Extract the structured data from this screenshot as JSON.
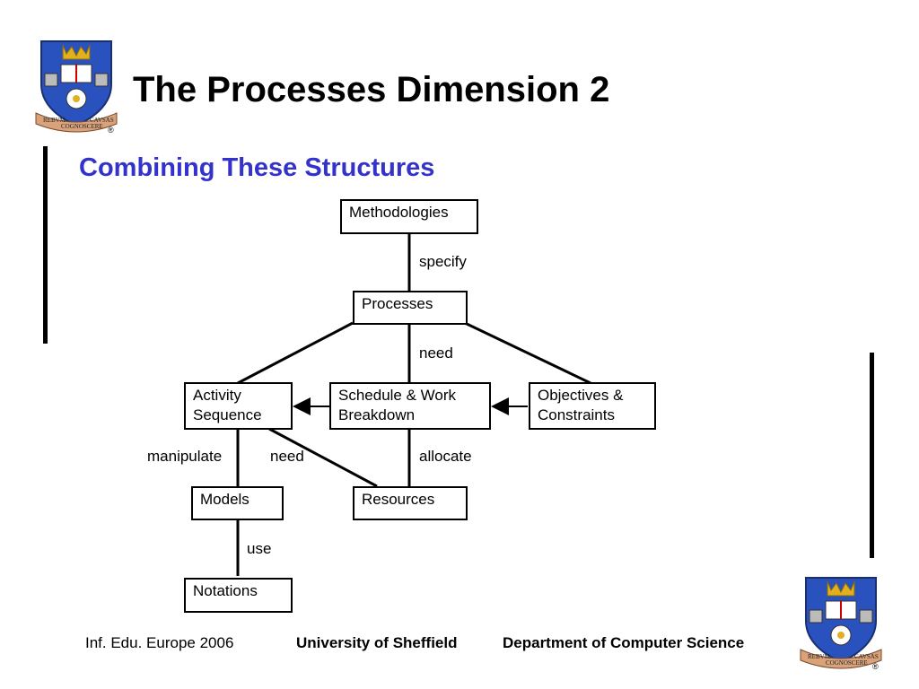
{
  "slide": {
    "title": "The Processes Dimension 2",
    "subtitle": "Combining These Structures"
  },
  "diagram": {
    "nodes": {
      "methodologies": "Methodologies",
      "processes": "Processes",
      "activity_sequence": "Activity\nSequence",
      "schedule": "Schedule & Work\nBreakdown",
      "objectives": "Objectives   &\nConstraints",
      "models": "Models",
      "resources": "Resources",
      "notations": "Notations"
    },
    "edge_labels": {
      "specify": "specify",
      "need_top": "need",
      "manipulate": "manipulate",
      "need_mid": "need",
      "allocate": "allocate",
      "use": "use"
    }
  },
  "footer": {
    "conference": "Inf. Edu. Europe 2006",
    "university": "University of Sheffield",
    "department": "Department of Computer Science"
  },
  "logo": {
    "motto_left": "REBVM",
    "motto_center": "COGNOSCERE",
    "motto_right": "CAVSAS",
    "registered_mark": "®"
  },
  "colors": {
    "subtitle": "#3333cc",
    "shield_blue": "#2a52be",
    "crown_gold": "#e0b020",
    "ribbon": "#d9a27a"
  }
}
